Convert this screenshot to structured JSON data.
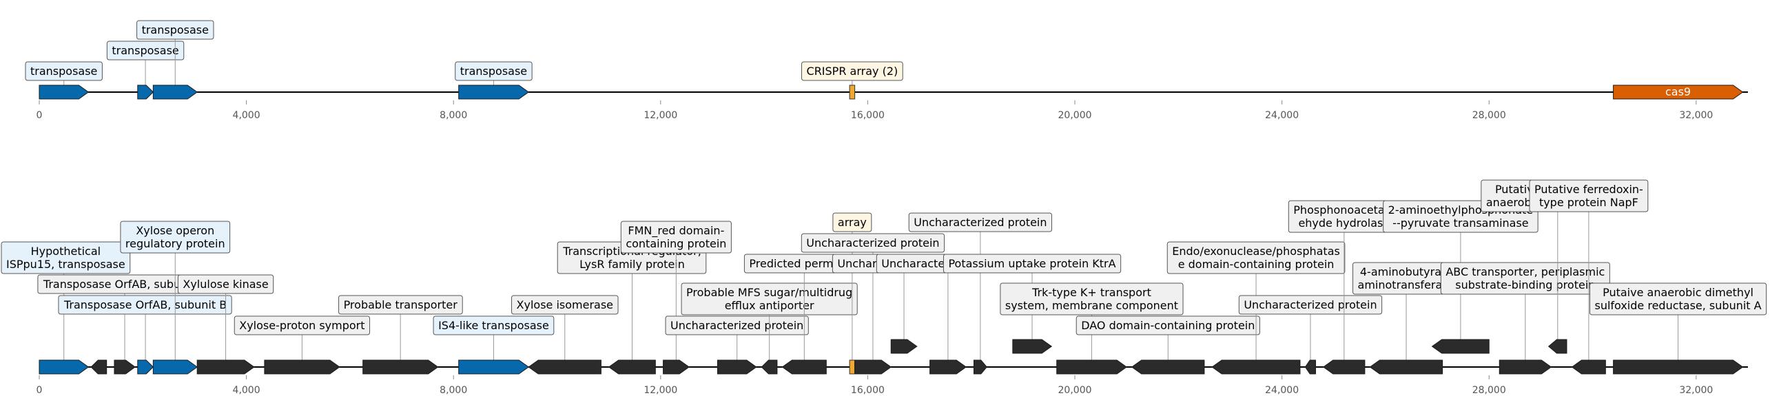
{
  "colors": {
    "transposase": "#0868ac",
    "crispr": "#f0a830",
    "cas9": "#d95f02",
    "other": "#2b2b2b",
    "box_blue_fill": "#e6f2fb",
    "box_yellow_fill": "#fdf6e3",
    "box_gray_fill": "#f0f0f0",
    "box_stroke": "#555555",
    "axis": "#000000",
    "tick_text": "#555555"
  },
  "chart_data": {
    "type": "diagram",
    "tracks": [
      {
        "name": "top-track",
        "xlim": [
          0,
          33000
        ],
        "ticks": [
          {
            "value": 0,
            "label": "0"
          },
          {
            "value": 4000,
            "label": "4,000"
          },
          {
            "value": 8000,
            "label": "8,000"
          },
          {
            "value": 12000,
            "label": "12,000"
          },
          {
            "value": 16000,
            "label": "16,000"
          },
          {
            "value": 20000,
            "label": "20,000"
          },
          {
            "value": 24000,
            "label": "24,000"
          },
          {
            "value": 28000,
            "label": "28,000"
          },
          {
            "value": 32000,
            "label": "32,000"
          }
        ],
        "features": [
          {
            "start": 0,
            "end": 950,
            "strand": 1,
            "kind": "transposase",
            "label": "transposase",
            "level": 0
          },
          {
            "start": 1900,
            "end": 2200,
            "strand": 1,
            "kind": "transposase",
            "label": "transposase",
            "level": 1
          },
          {
            "start": 2200,
            "end": 3050,
            "strand": 1,
            "kind": "transposase",
            "label": "transposase",
            "level": 2
          },
          {
            "start": 8100,
            "end": 9450,
            "strand": 1,
            "kind": "transposase",
            "label": "transposase",
            "level": 0
          },
          {
            "start": 15650,
            "end": 15750,
            "strand": 0,
            "kind": "crispr",
            "label": "CRISPR array (2)",
            "level": 0
          },
          {
            "start": 30400,
            "end": 32900,
            "strand": 1,
            "kind": "cas9",
            "label": "",
            "inline": "cas9",
            "level": 0
          }
        ]
      },
      {
        "name": "bottom-track",
        "xlim": [
          0,
          33000
        ],
        "ticks": [
          {
            "value": 0,
            "label": "0"
          },
          {
            "value": 4000,
            "label": "4,000"
          },
          {
            "value": 8000,
            "label": "8,000"
          },
          {
            "value": 12000,
            "label": "12,000"
          },
          {
            "value": 16000,
            "label": "16,000"
          },
          {
            "value": 20000,
            "label": "20,000"
          },
          {
            "value": 24000,
            "label": "24,000"
          },
          {
            "value": 28000,
            "label": "28,000"
          },
          {
            "value": 32000,
            "label": "32,000"
          }
        ],
        "features": [
          {
            "start": 0,
            "end": 950,
            "strand": 1,
            "kind": "transposase",
            "label": "Hypothetical\nISPpu15, transposase",
            "level": 4
          },
          {
            "start": 1000,
            "end": 1300,
            "strand": -1,
            "kind": "other",
            "label": ""
          },
          {
            "start": 1450,
            "end": 1850,
            "strand": 1,
            "kind": "other",
            "label": "Transposase OrfAB, subunit A",
            "level": 3
          },
          {
            "start": 1900,
            "end": 2200,
            "strand": 1,
            "kind": "transposase",
            "label": "Transposase OrfAB, subunit B",
            "level": 2
          },
          {
            "start": 2200,
            "end": 3050,
            "strand": 1,
            "kind": "transposase",
            "label": "Xylose operon\nregulatory protein",
            "level": 5
          },
          {
            "start": 3050,
            "end": 4150,
            "strand": 1,
            "kind": "other",
            "label": "Xylulose kinase",
            "level": 3
          },
          {
            "start": 4350,
            "end": 5800,
            "strand": 1,
            "kind": "other",
            "label": "Xylose-proton symport",
            "level": 1
          },
          {
            "start": 6250,
            "end": 7700,
            "strand": 1,
            "kind": "other",
            "label": "Probable transporter",
            "level": 2
          },
          {
            "start": 8100,
            "end": 9450,
            "strand": 1,
            "kind": "transposase",
            "label": "IS4-like transposase",
            "level": 1
          },
          {
            "start": 9450,
            "end": 10850,
            "strand": -1,
            "kind": "other",
            "label": "Xylose isomerase",
            "level": 2
          },
          {
            "start": 11000,
            "end": 11900,
            "strand": -1,
            "kind": "other",
            "label": "Transcriptional regulator,\nLysR family protein",
            "level": 4
          },
          {
            "start": 12050,
            "end": 12550,
            "strand": 1,
            "kind": "other",
            "label": "FMN_red domain-\ncontaining protein",
            "level": 5
          },
          {
            "start": 13100,
            "end": 13850,
            "strand": 1,
            "kind": "other",
            "label": "Uncharacterized protein",
            "level": 1
          },
          {
            "start": 13950,
            "end": 14250,
            "strand": -1,
            "kind": "other",
            "label": "Probable MFS sugar/multidrug\nefflux antiporter",
            "level": 2
          },
          {
            "start": 14350,
            "end": 15200,
            "strand": -1,
            "kind": "other",
            "label": "Predicted permease",
            "level": 4
          },
          {
            "start": 15650,
            "end": 15750,
            "strand": 0,
            "kind": "crispr",
            "label": "array",
            "level": 6
          },
          {
            "start": 15750,
            "end": 16450,
            "strand": 1,
            "kind": "other",
            "label": "Uncharacterized protein",
            "level": 5
          },
          {
            "start": 16450,
            "end": 16950,
            "strand": 1,
            "kind": "other",
            "label": "Uncharacterized protein",
            "level": 3,
            "track": 1
          },
          {
            "start": 17200,
            "end": 17900,
            "strand": 1,
            "kind": "other",
            "label": "Uncharacterized protein",
            "level": 4
          },
          {
            "start": 18050,
            "end": 18300,
            "strand": 1,
            "kind": "other",
            "label": "Uncharacterized protein",
            "level": 6
          },
          {
            "start": 18800,
            "end": 19550,
            "strand": 1,
            "kind": "other",
            "label": "Potassium uptake protein KtrA",
            "level": 3,
            "track": 1
          },
          {
            "start": 19650,
            "end": 21000,
            "strand": 1,
            "kind": "other",
            "label": "Trk-type K+ transport\nsystem, membrane component",
            "level": 2
          },
          {
            "start": 21100,
            "end": 22500,
            "strand": -1,
            "kind": "other",
            "label": "DAO domain-containing protein",
            "level": 1
          },
          {
            "start": 22650,
            "end": 24350,
            "strand": -1,
            "kind": "other",
            "label": "Endo/exonuclease/phosphatas\ne domain-containing protein",
            "level": 4
          },
          {
            "start": 24450,
            "end": 24650,
            "strand": -1,
            "kind": "other",
            "label": "Uncharacterized protein",
            "level": 2
          },
          {
            "start": 24800,
            "end": 25600,
            "strand": -1,
            "kind": "other",
            "label": "Phosphonoacetald\nehyde hydrolase",
            "level": 6
          },
          {
            "start": 25700,
            "end": 27100,
            "strand": -1,
            "kind": "other",
            "label": "4-aminobutyrate\naminotransferase",
            "level": 3
          },
          {
            "start": 26900,
            "end": 28000,
            "strand": -1,
            "kind": "other",
            "label": "2-aminoethylphosphonate\n--pyruvate transaminase",
            "level": 5,
            "track": 1
          },
          {
            "start": 28200,
            "end": 29200,
            "strand": 1,
            "kind": "other",
            "label": "ABC transporter, periplasmic\nsubstrate-binding protein",
            "level": 3
          },
          {
            "start": 29150,
            "end": 29500,
            "strand": -1,
            "kind": "other",
            "label": "Putative component of\nanaerobic dehydrogenase",
            "level": 6,
            "track": 1
          },
          {
            "start": 29600,
            "end": 30250,
            "strand": -1,
            "kind": "other",
            "label": "Putative ferredoxin-\ntype protein NapF",
            "level": 7
          },
          {
            "start": 30400,
            "end": 32900,
            "strand": 1,
            "kind": "other",
            "label": "Putaive anaerobic dimethyl\nsulfoxide reductase, subunit A",
            "level": 2
          }
        ]
      }
    ]
  }
}
